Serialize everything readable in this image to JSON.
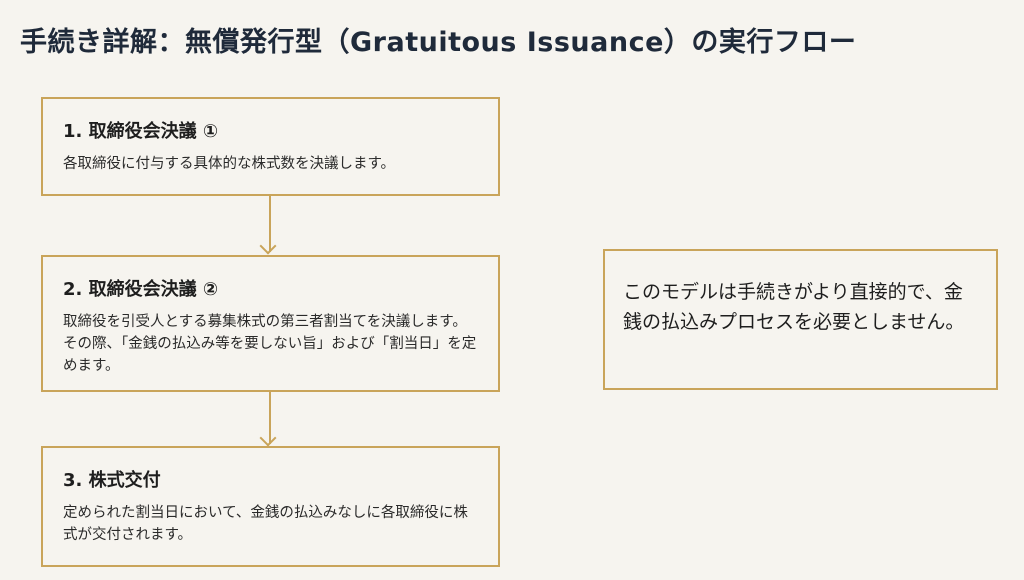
{
  "title": "手続き詳解：無償発行型（Gratuitous Issuance）の実行フロー",
  "steps": [
    {
      "heading": "1. 取締役会決議 ①",
      "body": "各取締役に付与する具体的な株式数を決議します。"
    },
    {
      "heading": "2. 取締役会決議 ②",
      "body": "取締役を引受人とする募集株式の第三者割当てを決議します。その際、「金銭の払込み等を要しない旨」および「割当日」を定めます。"
    },
    {
      "heading": "3. 株式交付",
      "body": "定められた割当日において、金銭の払込みなしに各取締役に株式が交付されます。"
    }
  ],
  "note": "このモデルは手続きがより直接的で、金銭の払込みプロセスを必要としません。",
  "colors": {
    "border": "#c9a45a",
    "background": "#f6f4ef",
    "title": "#1f2a3a"
  }
}
